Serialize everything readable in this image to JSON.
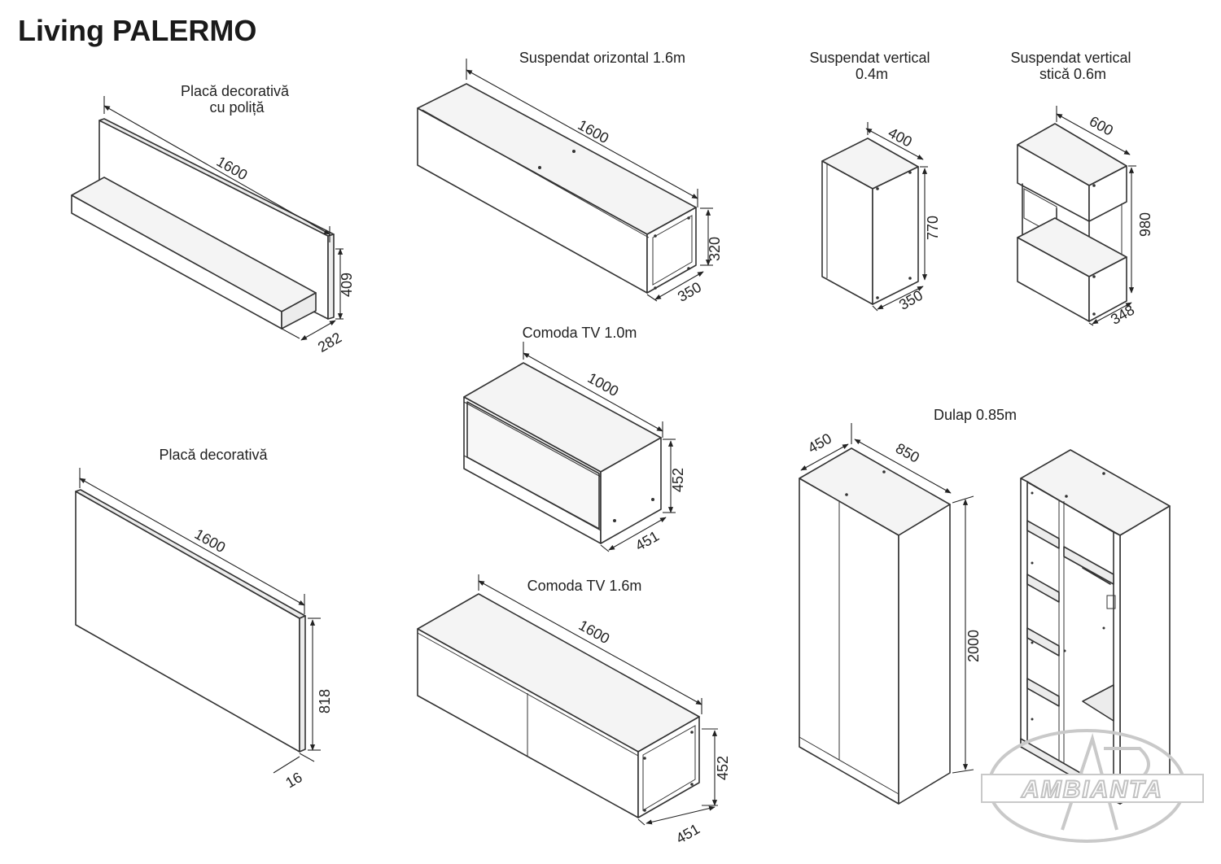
{
  "page_title": "Living PALERMO",
  "items": [
    {
      "caption": [
        "Placă decorativă",
        "cu poliță"
      ],
      "dimensions": [
        "1600",
        "409",
        "282"
      ]
    },
    {
      "caption": [
        "Suspendat orizontal 1.6m"
      ],
      "dimensions": [
        "1600",
        "320",
        "350"
      ]
    },
    {
      "caption": [
        "Suspendat vertical",
        "0.4m"
      ],
      "dimensions": [
        "400",
        "770",
        "350"
      ]
    },
    {
      "caption": [
        "Suspendat vertical",
        "sticǎ 0.6m"
      ],
      "dimensions": [
        "600",
        "980",
        "348"
      ]
    },
    {
      "caption": [
        "Comoda TV 1.0m"
      ],
      "dimensions": [
        "1000",
        "452",
        "451"
      ]
    },
    {
      "caption": [
        "Placă decorativă"
      ],
      "dimensions": [
        "1600",
        "818",
        "16"
      ]
    },
    {
      "caption": [
        "Comoda TV 1.6m"
      ],
      "dimensions": [
        "1600",
        "452",
        "451"
      ]
    },
    {
      "caption": [
        "Dulap 0.85m"
      ],
      "dimensions": [
        "450",
        "850",
        "2000"
      ]
    }
  ],
  "watermark": {
    "text": "AMBIANTA",
    "monogram": "AP"
  }
}
